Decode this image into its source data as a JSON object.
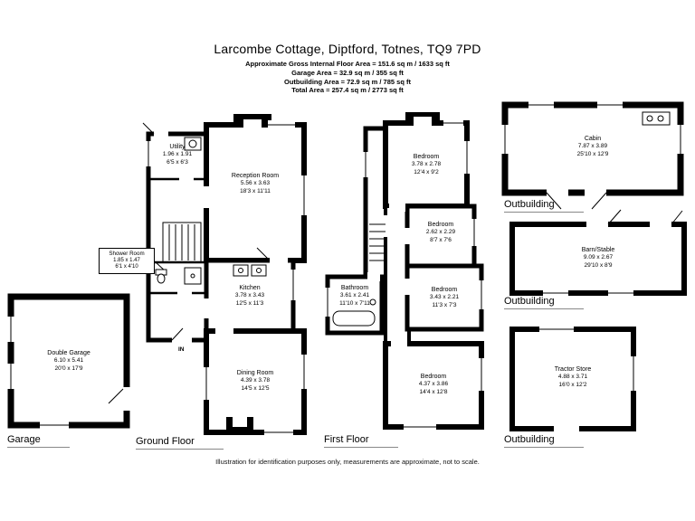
{
  "header": {
    "title": "Larcombe Cottage, Diptford, Totnes, TQ9 7PD",
    "area_lines": [
      "Approximate Gross Internal Floor Area = 151.6 sq m / 1633 sq ft",
      "Garage Area = 32.9 sq m / 355 sq ft",
      "Outbuilding Area = 72.9 sq m / 785 sq ft",
      "Total Area = 257.4 sq m / 2773 sq ft"
    ]
  },
  "sections": {
    "garage": "Garage",
    "ground_floor": "Ground Floor",
    "first_floor": "First Floor",
    "outbuilding_cabin": "Outbuilding",
    "outbuilding_barn": "Outbuilding",
    "outbuilding_tractor": "Outbuilding"
  },
  "rooms": {
    "double_garage": {
      "name": "Double Garage",
      "metric": "6.10 x 5.41",
      "imperial": "20'0 x 17'9"
    },
    "utility": {
      "name": "Utility",
      "metric": "1.96 x 1.91",
      "imperial": "6'5 x 6'3"
    },
    "reception": {
      "name": "Reception Room",
      "metric": "5.56 x 3.63",
      "imperial": "18'3 x 11'11"
    },
    "shower_room": {
      "name": "Shower Room",
      "metric": "1.85 x 1.47",
      "imperial": "6'1 x 4'10"
    },
    "kitchen": {
      "name": "Kitchen",
      "metric": "3.78 x 3.43",
      "imperial": "12'5 x 11'3"
    },
    "dining": {
      "name": "Dining Room",
      "metric": "4.39 x 3.78",
      "imperial": "14'5 x 12'5"
    },
    "bedroom_1": {
      "name": "Bedroom",
      "metric": "3.78 x 2.78",
      "imperial": "12'4 x 9'2"
    },
    "bedroom_2": {
      "name": "Bedroom",
      "metric": "2.62 x 2.29",
      "imperial": "8'7 x 7'6"
    },
    "bathroom": {
      "name": "Bathroom",
      "metric": "3.61 x 2.41",
      "imperial": "11'10 x 7'11"
    },
    "bedroom_3": {
      "name": "Bedroom",
      "metric": "3.43 x 2.21",
      "imperial": "11'3 x 7'3"
    },
    "bedroom_4": {
      "name": "Bedroom",
      "metric": "4.37 x 3.86",
      "imperial": "14'4 x 12'8"
    },
    "cabin": {
      "name": "Cabin",
      "metric": "7.87 x 3.89",
      "imperial": "25'10 x 12'9"
    },
    "barn_stable": {
      "name": "Barn/Stable",
      "metric": "9.09 x 2.67",
      "imperial": "29'10 x 8'9"
    },
    "tractor_store": {
      "name": "Tractor Store",
      "metric": "4.88 x 3.71",
      "imperial": "16'0 x 12'2"
    }
  },
  "markers": {
    "entrance": "IN"
  },
  "footer": "Illustration for identification purposes only, measurements are approximate, not to scale.",
  "colors": {
    "wall": "#000000",
    "background": "#ffffff",
    "text": "#000000"
  }
}
